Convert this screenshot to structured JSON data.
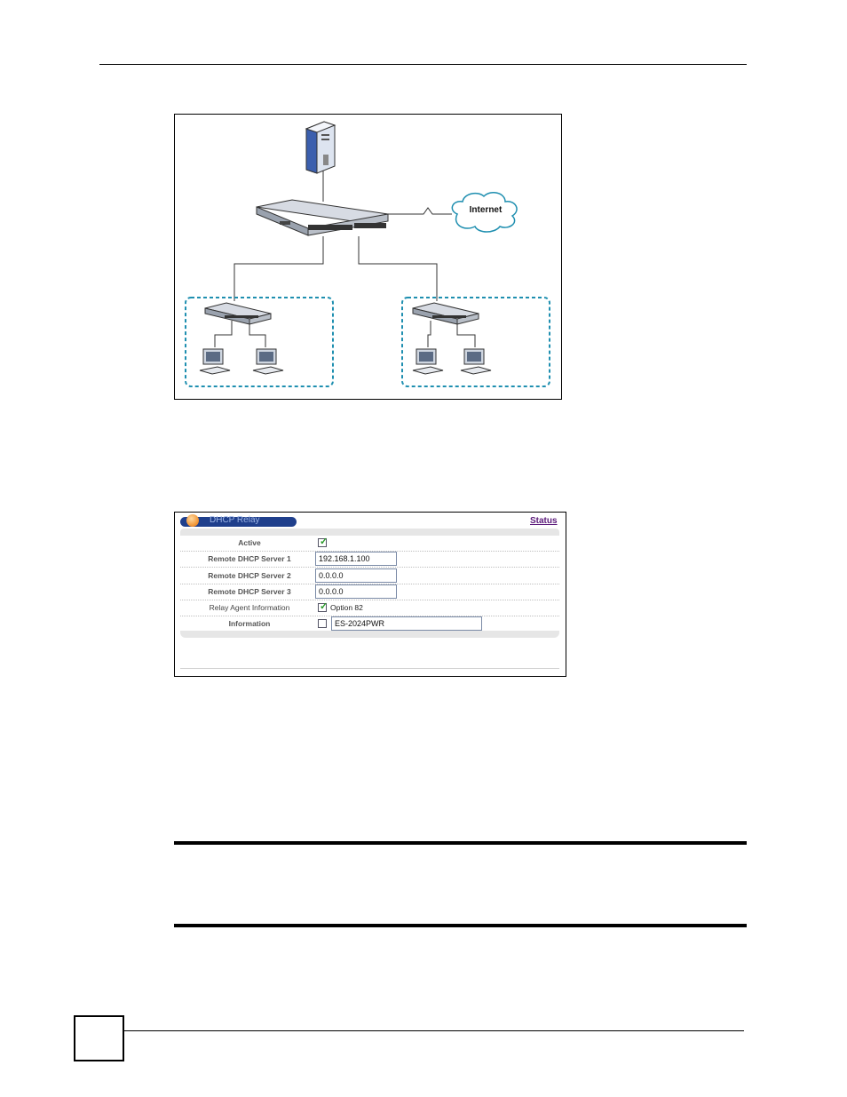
{
  "diagram": {
    "internet_label": "Internet"
  },
  "dhcp_relay": {
    "title": "DHCP Relay",
    "status_link": "Status",
    "rows": {
      "active": {
        "label": "Active",
        "checked": true
      },
      "server1": {
        "label": "Remote DHCP Server 1",
        "value": "192.168.1.100"
      },
      "server2": {
        "label": "Remote DHCP Server 2",
        "value": "0.0.0.0"
      },
      "server3": {
        "label": "Remote DHCP Server 3",
        "value": "0.0.0.0"
      },
      "relay_agent": {
        "label": "Relay Agent Information",
        "option_label": "Option 82",
        "checked": true
      },
      "information": {
        "label": "Information",
        "value": "ES-2024PWR",
        "checked": false
      }
    }
  },
  "colors": {
    "tab_blue": "#1f3f8c",
    "status_link": "#5b1a7a",
    "dashed_group": "#1f8fb0"
  }
}
